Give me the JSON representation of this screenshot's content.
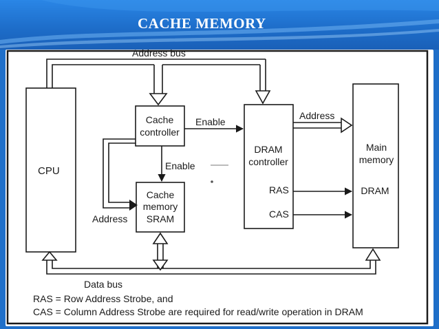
{
  "slide": {
    "title": "CACHE MEMORY"
  },
  "diagram": {
    "blocks": {
      "cpu": "CPU",
      "cache_controller": [
        "Cache",
        "controller"
      ],
      "cache_memory": [
        "Cache",
        "memory",
        "SRAM"
      ],
      "dram_controller": [
        "DRAM",
        "controller"
      ],
      "dram_ras": "RAS",
      "dram_cas": "CAS",
      "main_memory": [
        "Main",
        "memory"
      ],
      "main_dram": "DRAM"
    },
    "labels": {
      "address_bus": "Address bus",
      "enable_horizontal": "Enable",
      "enable_vertical": "Enable",
      "address_right": "Address",
      "address_left": "Address",
      "data_bus": "Data bus"
    },
    "legend": [
      "RAS = Row Address Strobe, and",
      "CAS = Column Address Strobe are required for read/write operation in DRAM"
    ]
  },
  "colors": {
    "banner": "#1f6fc9",
    "line": "#1a1a1a",
    "title": "#ffffff"
  }
}
